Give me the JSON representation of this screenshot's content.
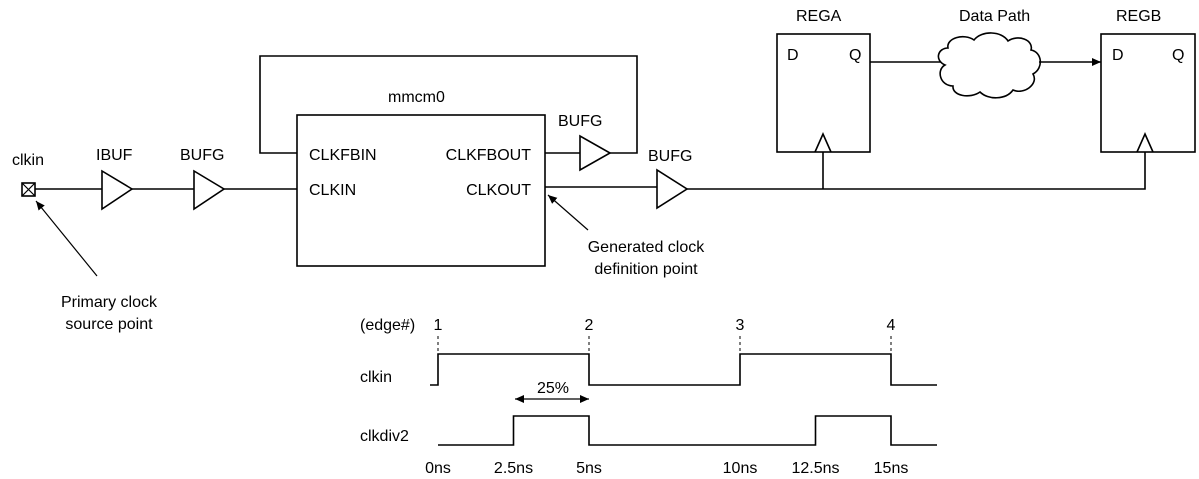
{
  "schematic": {
    "input_port": "clkin",
    "ibuf": "IBUF",
    "bufg_in": "BUFG",
    "bufg_fb": "BUFG",
    "bufg_out": "BUFG",
    "mmcm": {
      "name": "mmcm0",
      "clkfbin": "CLKFBIN",
      "clkin": "CLKIN",
      "clkfbout": "CLKFBOUT",
      "clkout": "CLKOUT"
    },
    "rega": {
      "name": "REGA",
      "d": "D",
      "q": "Q"
    },
    "regb": {
      "name": "REGB",
      "d": "D",
      "q": "Q"
    },
    "data_path": "Data Path",
    "primary_note": [
      "Primary clock",
      "source point"
    ],
    "generated_note": [
      "Generated clock",
      "definition point"
    ]
  },
  "waveform": {
    "edge_label": "(edge#)",
    "edges": [
      "1",
      "2",
      "3",
      "4"
    ],
    "signals": [
      {
        "name": "clkin",
        "levels": [
          0,
          1,
          0,
          1,
          0
        ]
      },
      {
        "name": "clkdiv2",
        "levels": [
          0,
          1,
          0,
          1,
          0
        ]
      }
    ],
    "duty_label": "25%",
    "time_labels": [
      "0ns",
      "2.5ns",
      "5ns",
      "10ns",
      "12.5ns",
      "15ns"
    ],
    "clkin_edges_ns": [
      0,
      5,
      10,
      15
    ],
    "clkdiv2_edges_ns": [
      2.5,
      5,
      12.5,
      15
    ]
  }
}
